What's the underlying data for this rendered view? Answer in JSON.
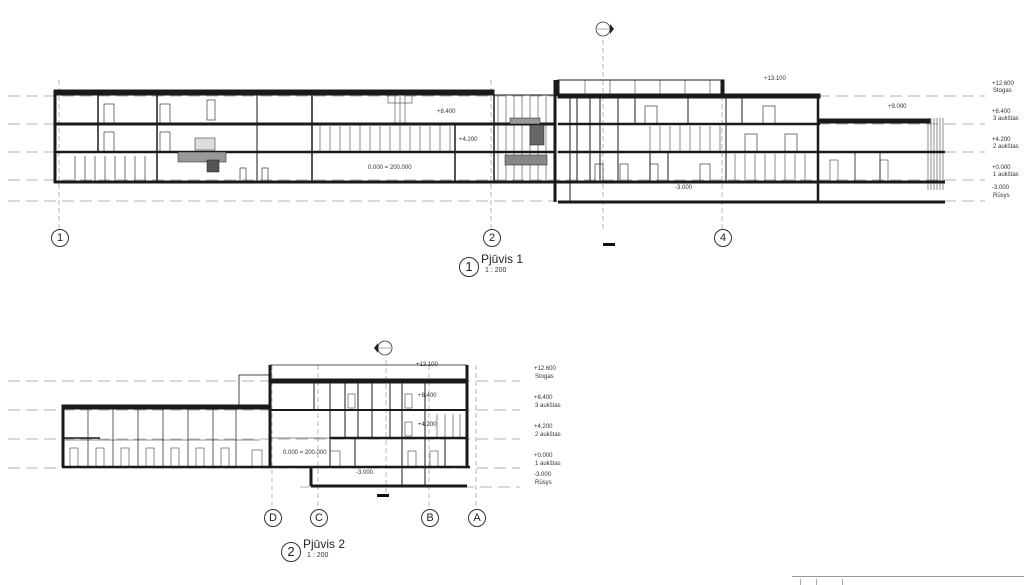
{
  "sections": [
    {
      "number": "1",
      "title": "Pjūvis 1",
      "scale": "1 : 200",
      "grid_axes": [
        "1",
        "2",
        "4"
      ],
      "levels": [
        {
          "elev": "+12.600",
          "name": "Stogas"
        },
        {
          "elev": "+8.400",
          "name": "3 aukštas"
        },
        {
          "elev": "+4.200",
          "name": "2 aukštas"
        },
        {
          "elev": "+0.000",
          "name": "1 aukštas"
        },
        {
          "elev": "-3.000",
          "name": "Rūsys"
        }
      ],
      "annotations": {
        "roof_high": "+13.100",
        "roof_low": "+9.000",
        "floor3": "+8.400",
        "floor2": "+4.200",
        "ground": "0.000 = 200.000",
        "basement": "-3.000"
      }
    },
    {
      "number": "2",
      "title": "Pjūvis 2",
      "scale": "1 : 200",
      "grid_axes": [
        "D",
        "C",
        "B",
        "A"
      ],
      "levels": [
        {
          "elev": "+12.600",
          "name": "Stogas"
        },
        {
          "elev": "+8.400",
          "name": "3 aukštas"
        },
        {
          "elev": "+4.200",
          "name": "2 aukštas"
        },
        {
          "elev": "+0.000",
          "name": "1 aukštas"
        },
        {
          "elev": "-3.000",
          "name": "Rūsys"
        }
      ],
      "annotations": {
        "roof_high": "+13.100",
        "floor3": "+8.400",
        "floor2": "+4.200",
        "ground": "0.000 = 200.000",
        "basement": "-3.000"
      }
    }
  ],
  "colors": {
    "line": "#1a1a1a",
    "grid": "#9a9a9a",
    "background": "#ffffff"
  }
}
